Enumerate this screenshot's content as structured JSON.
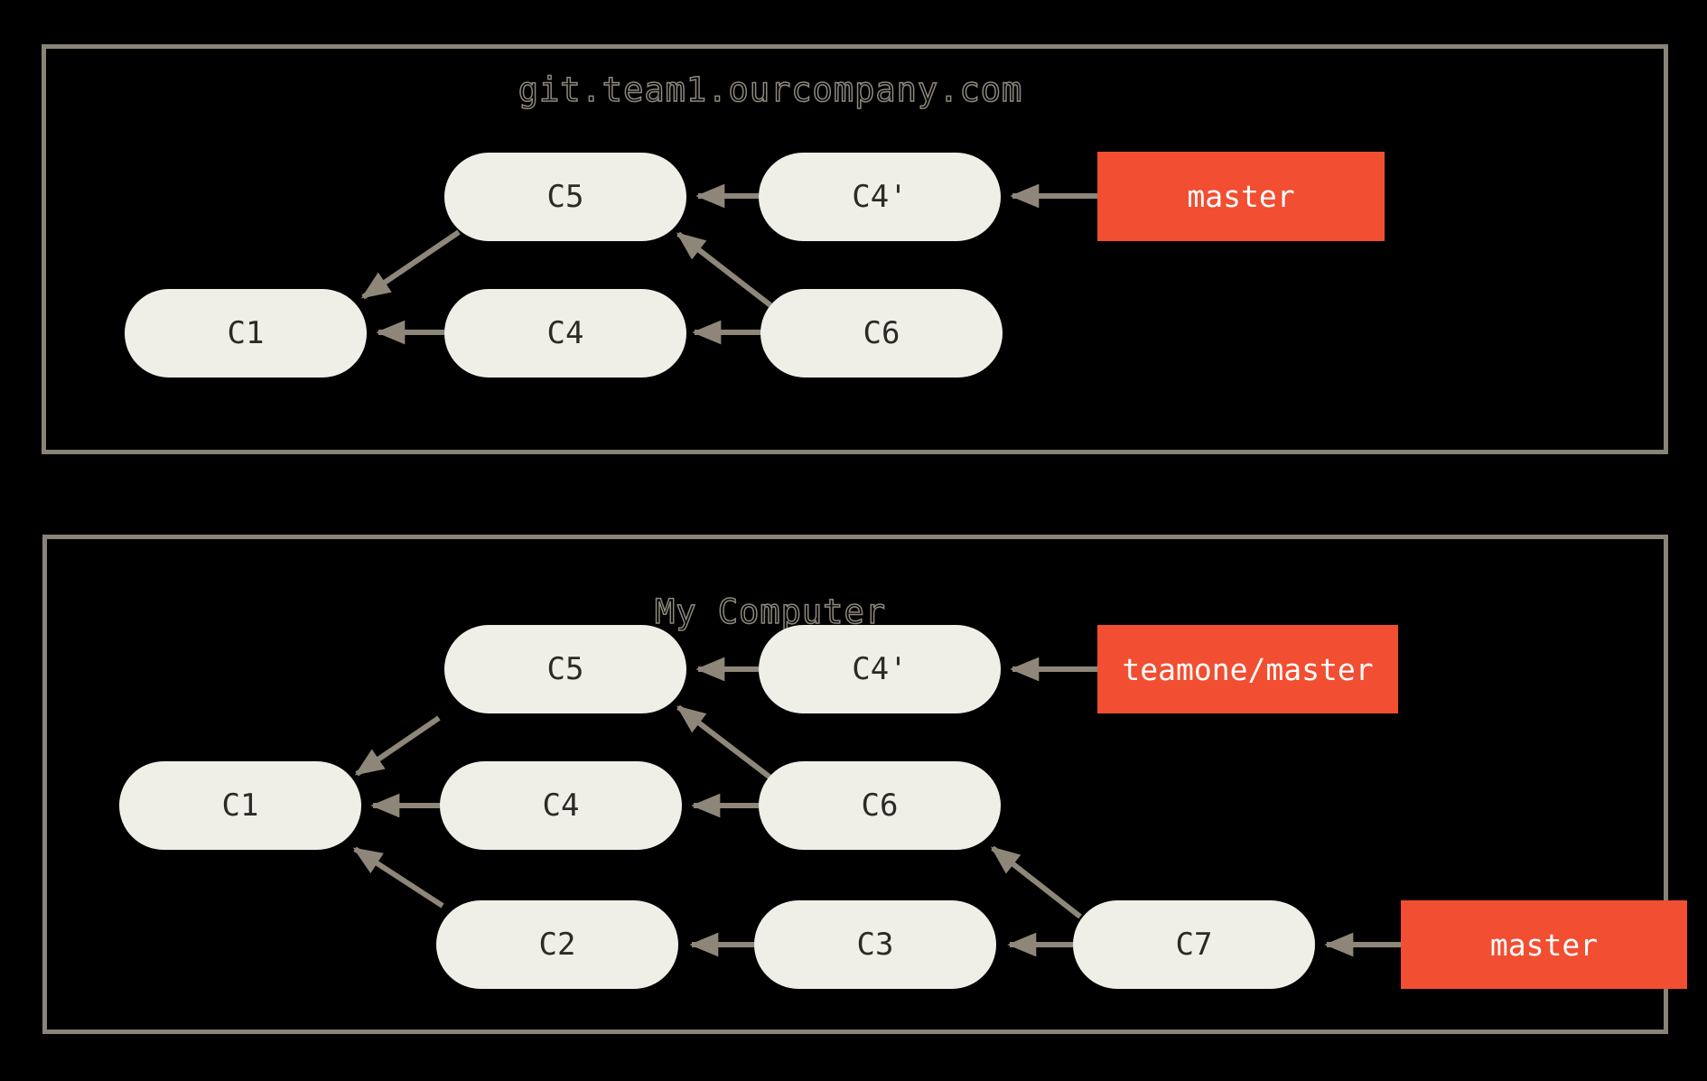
{
  "colors": {
    "background": "#000000",
    "frame_border": "#8a8478",
    "node_fill": "#f0efe7",
    "node_text": "#2a2a26",
    "arrow": "#8e8779",
    "branch_label_bg": "#f14e32",
    "branch_label_text": "#ffffff",
    "box_title": "#8f897d"
  },
  "remote_repo": {
    "title": "git.team1.ourcompany.com",
    "commits": {
      "c5": "C5",
      "c4_prime": "C4'",
      "c1": "C1",
      "c4": "C4",
      "c6": "C6"
    },
    "branch_labels": {
      "master": "master"
    }
  },
  "local_repo": {
    "title": "My Computer",
    "commits": {
      "c5": "C5",
      "c4_prime": "C4'",
      "c1": "C1",
      "c4": "C4",
      "c6": "C6",
      "c2": "C2",
      "c3": "C3",
      "c7": "C7"
    },
    "branch_labels": {
      "teamone_master": "teamone/master",
      "master": "master"
    }
  }
}
